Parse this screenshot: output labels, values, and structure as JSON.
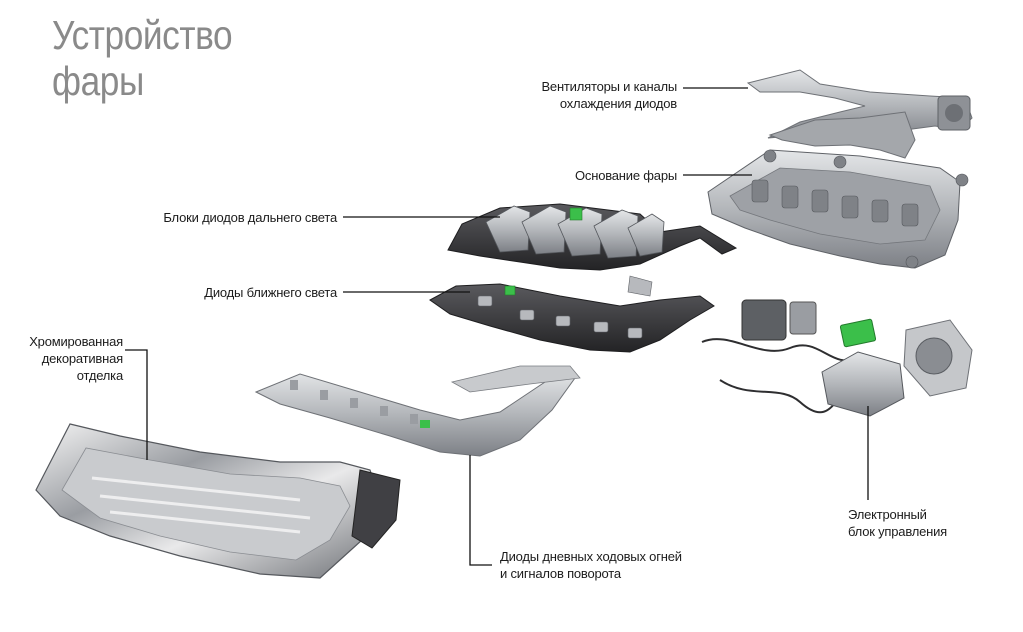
{
  "title": {
    "line1": "Устройство",
    "line2": "фары"
  },
  "labels": {
    "fans": [
      "Вентиляторы и каналы",
      "охлаждения диодов"
    ],
    "base": "Основание фары",
    "high_beam": "Блоки диодов дальнего света",
    "low_beam": "Диоды ближнего света",
    "chrome": [
      "Хромированная",
      "декоративная",
      "отделка"
    ],
    "drl": [
      "Диоды дневных ходовых огней",
      "и сигналов поворота"
    ],
    "ecu": [
      "Электронный",
      "блок управления"
    ]
  },
  "colors": {
    "title": "#8a8a8a",
    "text": "#1c1c1c",
    "leader": "#111111",
    "metal": "#b9bcc0",
    "dark_metal": "#3a3a3c",
    "pcb_green": "#3bbf4a"
  }
}
